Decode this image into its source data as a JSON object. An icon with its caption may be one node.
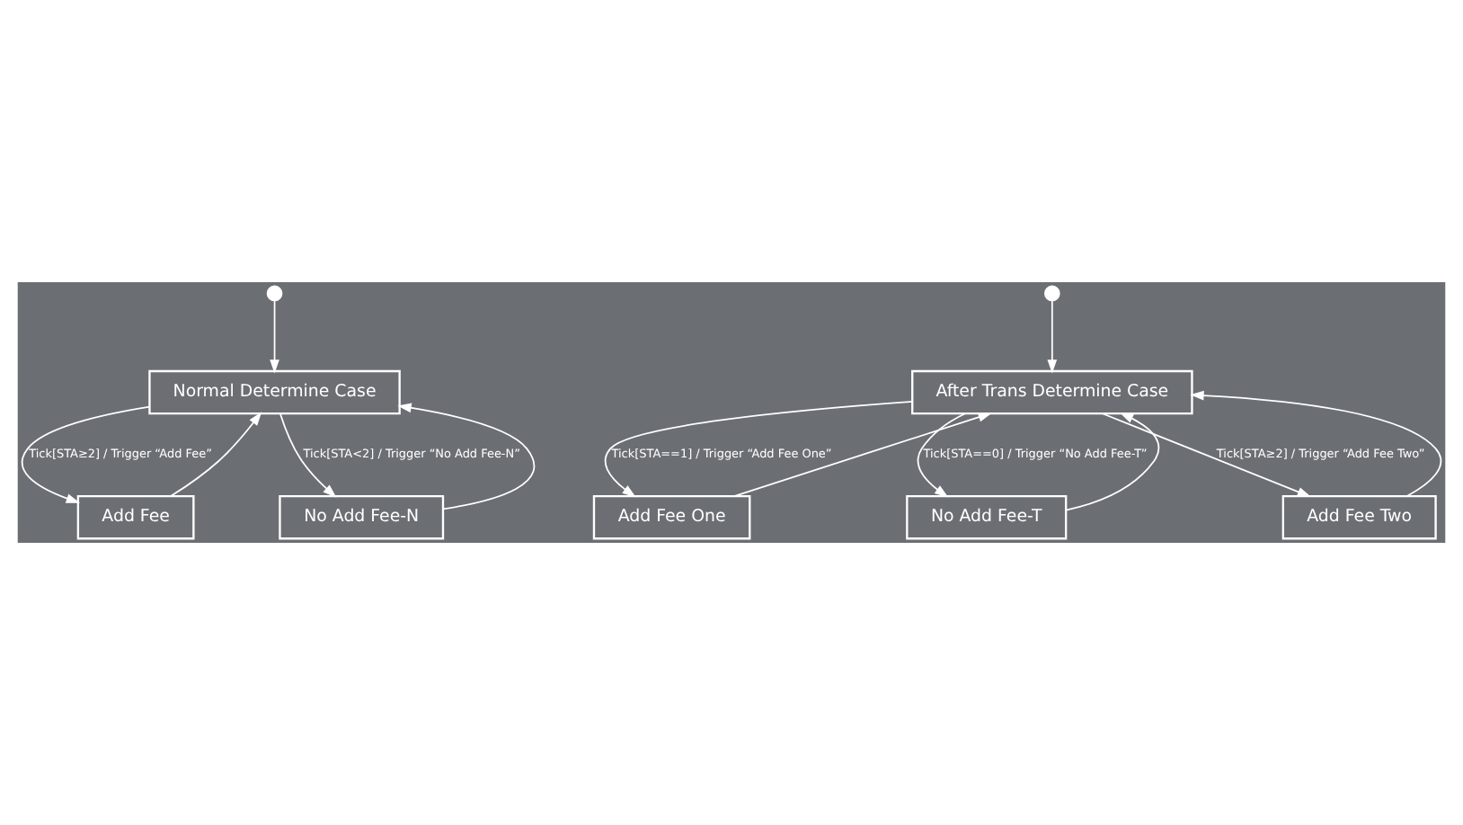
{
  "diagram": {
    "nodes": [
      {
        "text": [],
        "shape": "circle"
      },
      {
        "text": [
          "Normal Determine Case"
        ]
      },
      {
        "text": [
          "Add Fee"
        ]
      },
      {
        "text": [
          "No Add Fee-N"
        ]
      },
      {
        "text": [],
        "shape": "circle"
      },
      {
        "text": [
          "After Trans Determine Case"
        ]
      },
      {
        "text": [
          "Add Fee One"
        ]
      },
      {
        "text": [
          "No Add Fee-T"
        ]
      },
      {
        "text": [
          "Add Fee Two"
        ]
      }
    ],
    "edges": [
      {
        "from": 0,
        "to": 1,
        "arrow": "to"
      },
      {
        "from": 1,
        "to": 2,
        "arrow": "to",
        "label": "Tick[STA≥2] / Trigger “Add Fee”"
      },
      {
        "from": 2,
        "to": 1,
        "arrow": "to"
      },
      {
        "from": 1,
        "to": 3,
        "arrow": "to",
        "label": "Tick[STA<2] / Trigger “No Add Fee-N”"
      },
      {
        "from": 3,
        "to": 1,
        "arrow": "to"
      },
      {
        "from": 4,
        "to": 5,
        "arrow": "to"
      },
      {
        "from": 5,
        "to": 6,
        "arrow": "to",
        "label": "Tick[STA==1] / Trigger “Add Fee One”"
      },
      {
        "from": 6,
        "to": 5,
        "arrow": "to"
      },
      {
        "from": 5,
        "to": 7,
        "arrow": "to",
        "label": "Tick[STA==0] / Trigger “No Add Fee-T”"
      },
      {
        "from": 7,
        "to": 5,
        "arrow": "to"
      },
      {
        "from": 5,
        "to": 8,
        "arrow": "to",
        "label": "Tick[STA≥2] / Trigger “Add Fee Two”"
      },
      {
        "from": 8,
        "to": 5,
        "arrow": "to"
      }
    ]
  }
}
